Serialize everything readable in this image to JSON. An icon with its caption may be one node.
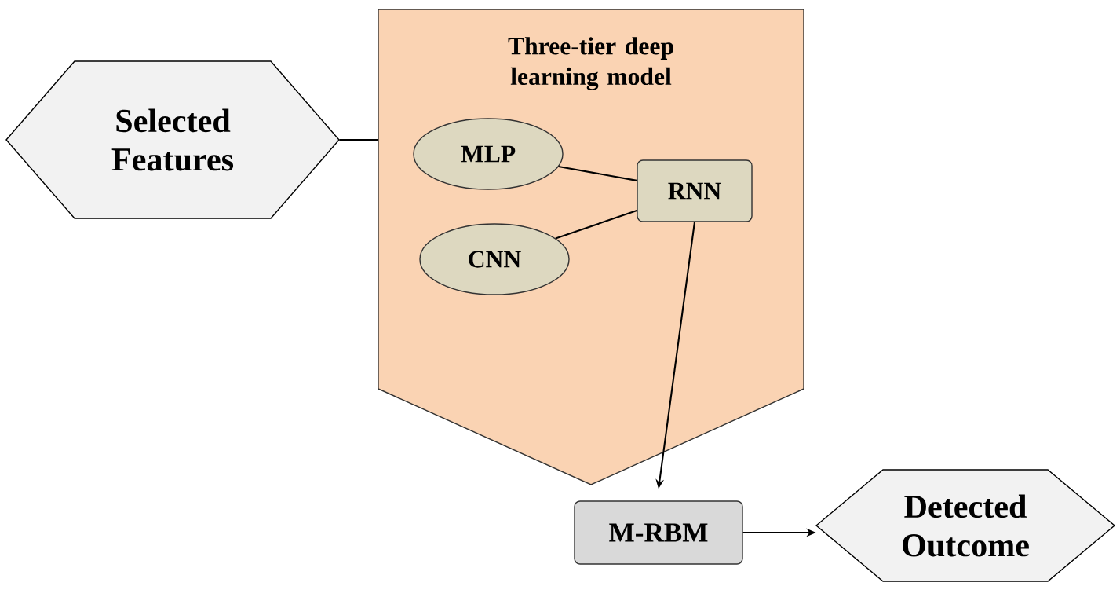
{
  "diagram": {
    "nodes": [
      {
        "text": [
          "Selected Features"
        ]
      },
      {
        "text": [
          "Three-tier deep learning model"
        ]
      },
      {
        "text": [
          "MLP"
        ],
        "in": 1
      },
      {
        "text": [
          "CNN"
        ],
        "in": 1
      },
      {
        "text": [
          "RNN"
        ],
        "in": 1
      },
      {
        "text": [
          "M-RBM"
        ]
      },
      {
        "text": [
          "Detected Outcome"
        ]
      }
    ],
    "edges": [
      {
        "from": 0,
        "to": 1,
        "arrow": "none"
      },
      {
        "from": 2,
        "to": 4,
        "arrow": "none"
      },
      {
        "from": 3,
        "to": 4,
        "arrow": "none"
      },
      {
        "from": 4,
        "to": 5,
        "arrow": "to"
      },
      {
        "from": 5,
        "to": 6,
        "arrow": "to"
      }
    ]
  }
}
